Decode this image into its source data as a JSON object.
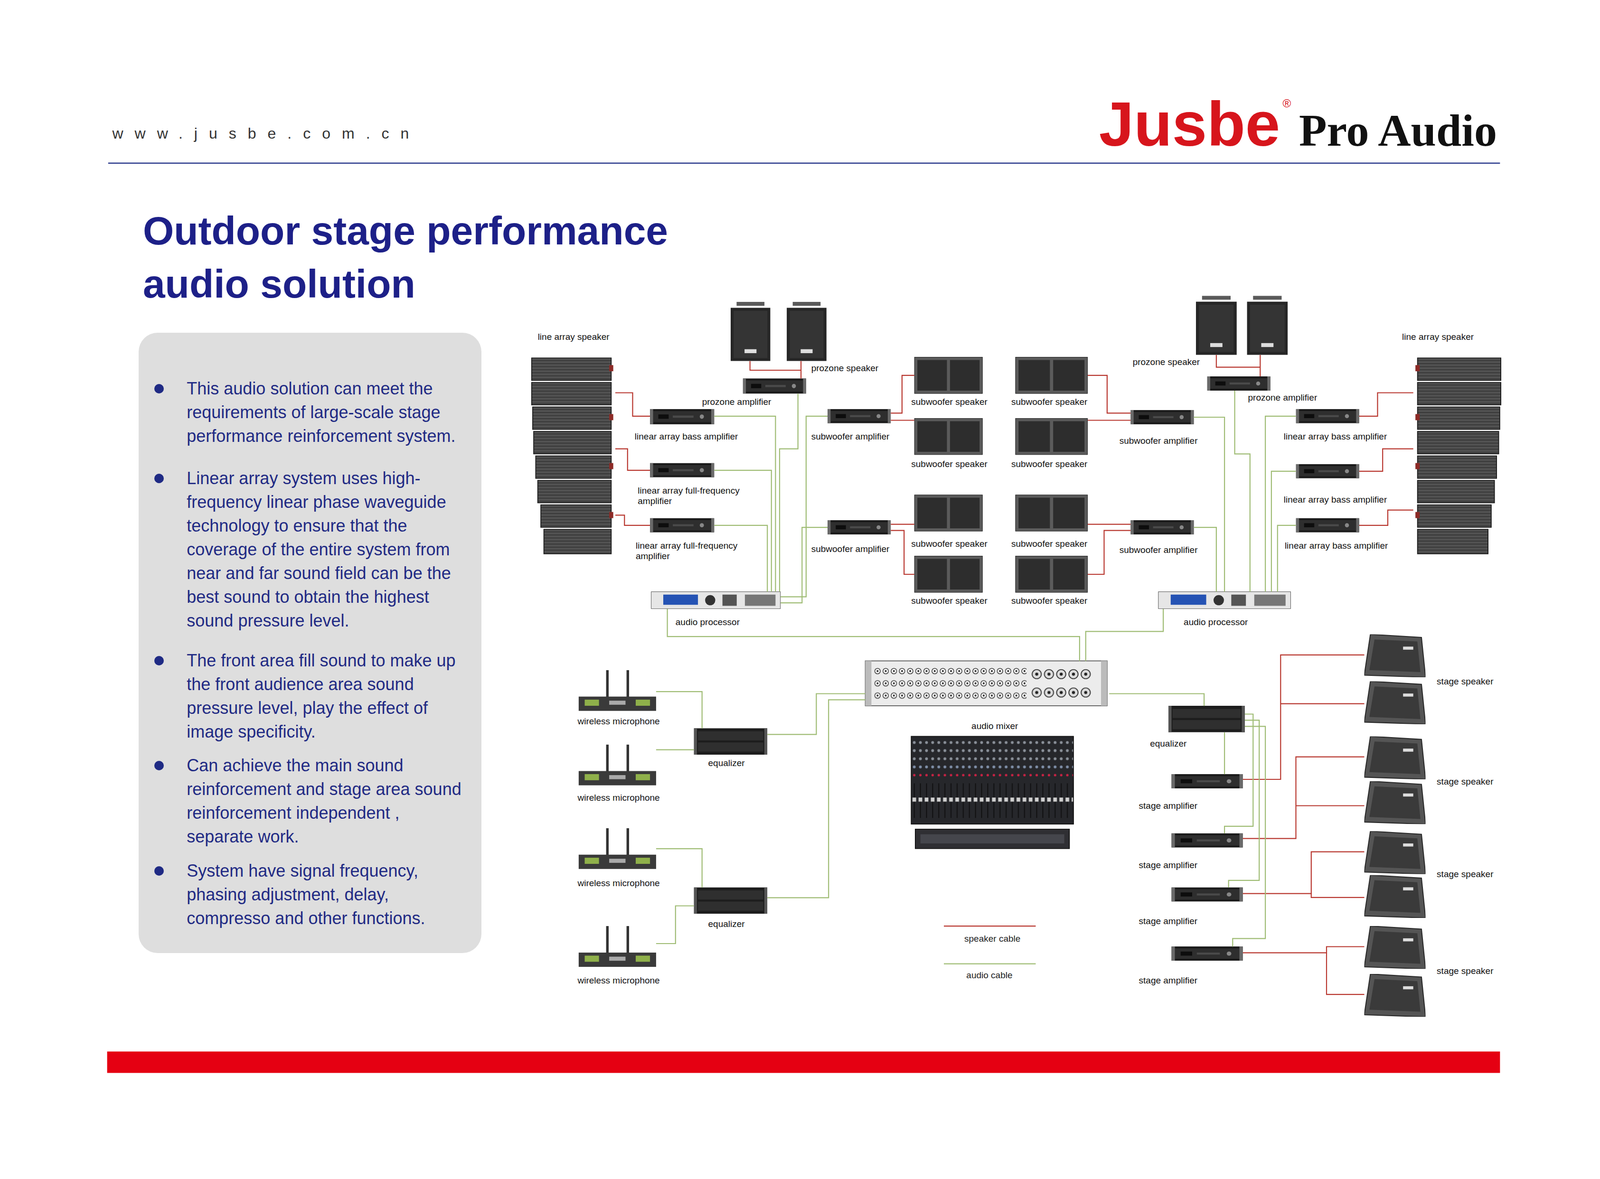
{
  "diagram": {
    "title": "Outdoor stage performance audio solution",
    "nodes": [
      {
        "text": [
          "This audio solution can meet the requirements of large-scale stage performance reinforcement system.",
          "Linear array system uses high-frequency linear phase waveguide technology to ensure that the coverage of the entire system from near and far sound field can be the best sound to obtain the highest sound pressure level.",
          "The front area fill sound to make up the front audience area sound pressure level, play the effect of image specificity.",
          "Can achieve the main sound reinforcement and stage area sound reinforcement independent , separate work.",
          "System have signal frequency, phasing adjustment, delay, compresso and other functions."
        ]
      },
      {
        "text": [
          "line array speaker"
        ]
      },
      {
        "text": [
          "prozone speaker"
        ]
      },
      {
        "text": [
          "prozone amplifier"
        ]
      },
      {
        "text": [
          "linear array bass amplifier"
        ]
      },
      {
        "text": [
          "linear array full-frequency amplifier"
        ]
      },
      {
        "text": [
          "linear array full-frequency amplifier"
        ]
      },
      {
        "text": [
          "subwoofer amplifier"
        ]
      },
      {
        "text": [
          "subwoofer speaker"
        ]
      },
      {
        "text": [
          "subwoofer speaker"
        ]
      },
      {
        "text": [
          "subwoofer speaker"
        ]
      },
      {
        "text": [
          "subwoofer speaker"
        ]
      },
      {
        "text": [
          "subwoofer amplifier"
        ]
      },
      {
        "text": [
          "prozone speaker"
        ]
      },
      {
        "text": [
          "prozone amplifier"
        ]
      },
      {
        "text": [
          "line array speaker"
        ]
      },
      {
        "text": [
          "linear array bass amplifier"
        ]
      },
      {
        "text": [
          "linear array bass amplifier"
        ]
      },
      {
        "text": [
          "linear array bass amplifier"
        ]
      },
      {
        "text": [
          "subwoofer amplifier"
        ]
      },
      {
        "text": [
          "subwoofer speaker"
        ]
      },
      {
        "text": [
          "subwoofer speaker"
        ]
      },
      {
        "text": [
          "subwoofer speaker"
        ]
      },
      {
        "text": [
          "subwoofer speaker"
        ]
      },
      {
        "text": [
          "subwoofer amplifier"
        ]
      },
      {
        "text": [
          "audio processor"
        ]
      },
      {
        "text": [
          "audio processor"
        ]
      },
      {
        "text": [
          "wireless microphone"
        ]
      },
      {
        "text": [
          "wireless microphone"
        ]
      },
      {
        "text": [
          "audio mixer"
        ]
      },
      {
        "text": [
          "equalizer"
        ]
      },
      {
        "text": [
          "equalizer"
        ]
      },
      {
        "text": [
          "stage amplifier"
        ]
      },
      {
        "text": [
          "stage speaker"
        ]
      },
      {
        "text": [
          "stage speaker"
        ]
      },
      {
        "text": [
          "stage amplifier"
        ]
      },
      {
        "text": [
          "stage speaker"
        ]
      },
      {
        "text": [
          "wireless microphone"
        ]
      },
      {
        "text": [
          "equalizer"
        ]
      },
      {
        "text": [
          "stage amplifier"
        ]
      },
      {
        "text": [
          "stage amplifier"
        ]
      },
      {
        "text": [
          "stage speaker"
        ]
      },
      {
        "text": [
          "wireless microphone"
        ]
      }
    ],
    "edges": [
      {
        "from": 4,
        "to": 1,
        "arrow": "none"
      },
      {
        "from": 5,
        "to": 1,
        "arrow": "none"
      },
      {
        "from": 6,
        "to": 1,
        "arrow": "none"
      },
      {
        "from": 3,
        "to": 2,
        "arrow": "none"
      },
      {
        "from": 7,
        "to": 8,
        "arrow": "none"
      },
      {
        "from": 7,
        "to": 10,
        "arrow": "none"
      },
      {
        "from": 12,
        "to": 9,
        "arrow": "none"
      },
      {
        "from": 12,
        "to": 11,
        "arrow": "none"
      },
      {
        "from": 19,
        "to": 20,
        "arrow": "none"
      },
      {
        "from": 19,
        "to": 22,
        "arrow": "none"
      },
      {
        "from": 24,
        "to": 21,
        "arrow": "none"
      },
      {
        "from": 24,
        "to": 23,
        "arrow": "none"
      },
      {
        "from": 14,
        "to": 13,
        "arrow": "none"
      },
      {
        "from": 16,
        "to": 15,
        "arrow": "none"
      },
      {
        "from": 17,
        "to": 15,
        "arrow": "none"
      },
      {
        "from": 18,
        "to": 15,
        "arrow": "none"
      },
      {
        "from": 32,
        "to": 33,
        "arrow": "none"
      },
      {
        "from": 35,
        "to": 34,
        "arrow": "none"
      },
      {
        "from": 39,
        "to": 36,
        "arrow": "none"
      },
      {
        "from": 40,
        "to": 41,
        "arrow": "none"
      },
      {
        "from": 25,
        "to": 4,
        "arrow": "none"
      },
      {
        "from": 25,
        "to": 5,
        "arrow": "none"
      },
      {
        "from": 25,
        "to": 6,
        "arrow": "none"
      },
      {
        "from": 25,
        "to": 3,
        "arrow": "none"
      },
      {
        "from": 25,
        "to": 7,
        "arrow": "none"
      },
      {
        "from": 25,
        "to": 19,
        "arrow": "none"
      },
      {
        "from": 26,
        "to": 16,
        "arrow": "none"
      },
      {
        "from": 26,
        "to": 17,
        "arrow": "none"
      },
      {
        "from": 26,
        "to": 18,
        "arrow": "none"
      },
      {
        "from": 26,
        "to": 14,
        "arrow": "none"
      },
      {
        "from": 26,
        "to": 12,
        "arrow": "none"
      },
      {
        "from": 26,
        "to": 24,
        "arrow": "none"
      },
      {
        "from": 29,
        "to": 25,
        "arrow": "none"
      },
      {
        "from": 29,
        "to": 26,
        "arrow": "none"
      },
      {
        "from": 27,
        "to": 30,
        "arrow": "none"
      },
      {
        "from": 28,
        "to": 30,
        "arrow": "none"
      },
      {
        "from": 30,
        "to": 29,
        "arrow": "none"
      },
      {
        "from": 37,
        "to": 38,
        "arrow": "none"
      },
      {
        "from": 42,
        "to": 38,
        "arrow": "none"
      },
      {
        "from": 38,
        "to": 29,
        "arrow": "none"
      },
      {
        "from": 29,
        "to": 31,
        "arrow": "none"
      },
      {
        "from": 31,
        "to": 32,
        "arrow": "none"
      },
      {
        "from": 31,
        "to": 35,
        "arrow": "none"
      },
      {
        "from": 31,
        "to": 39,
        "arrow": "none"
      },
      {
        "from": 31,
        "to": 40,
        "arrow": "none"
      }
    ],
    "labels": [
      "www.jusbe.com.cn",
      "Jusbe",
      "®",
      "Pro Audio"
    ],
    "legend": [
      {
        "text": "speaker cable"
      },
      {
        "text": "audio cable"
      }
    ]
  }
}
